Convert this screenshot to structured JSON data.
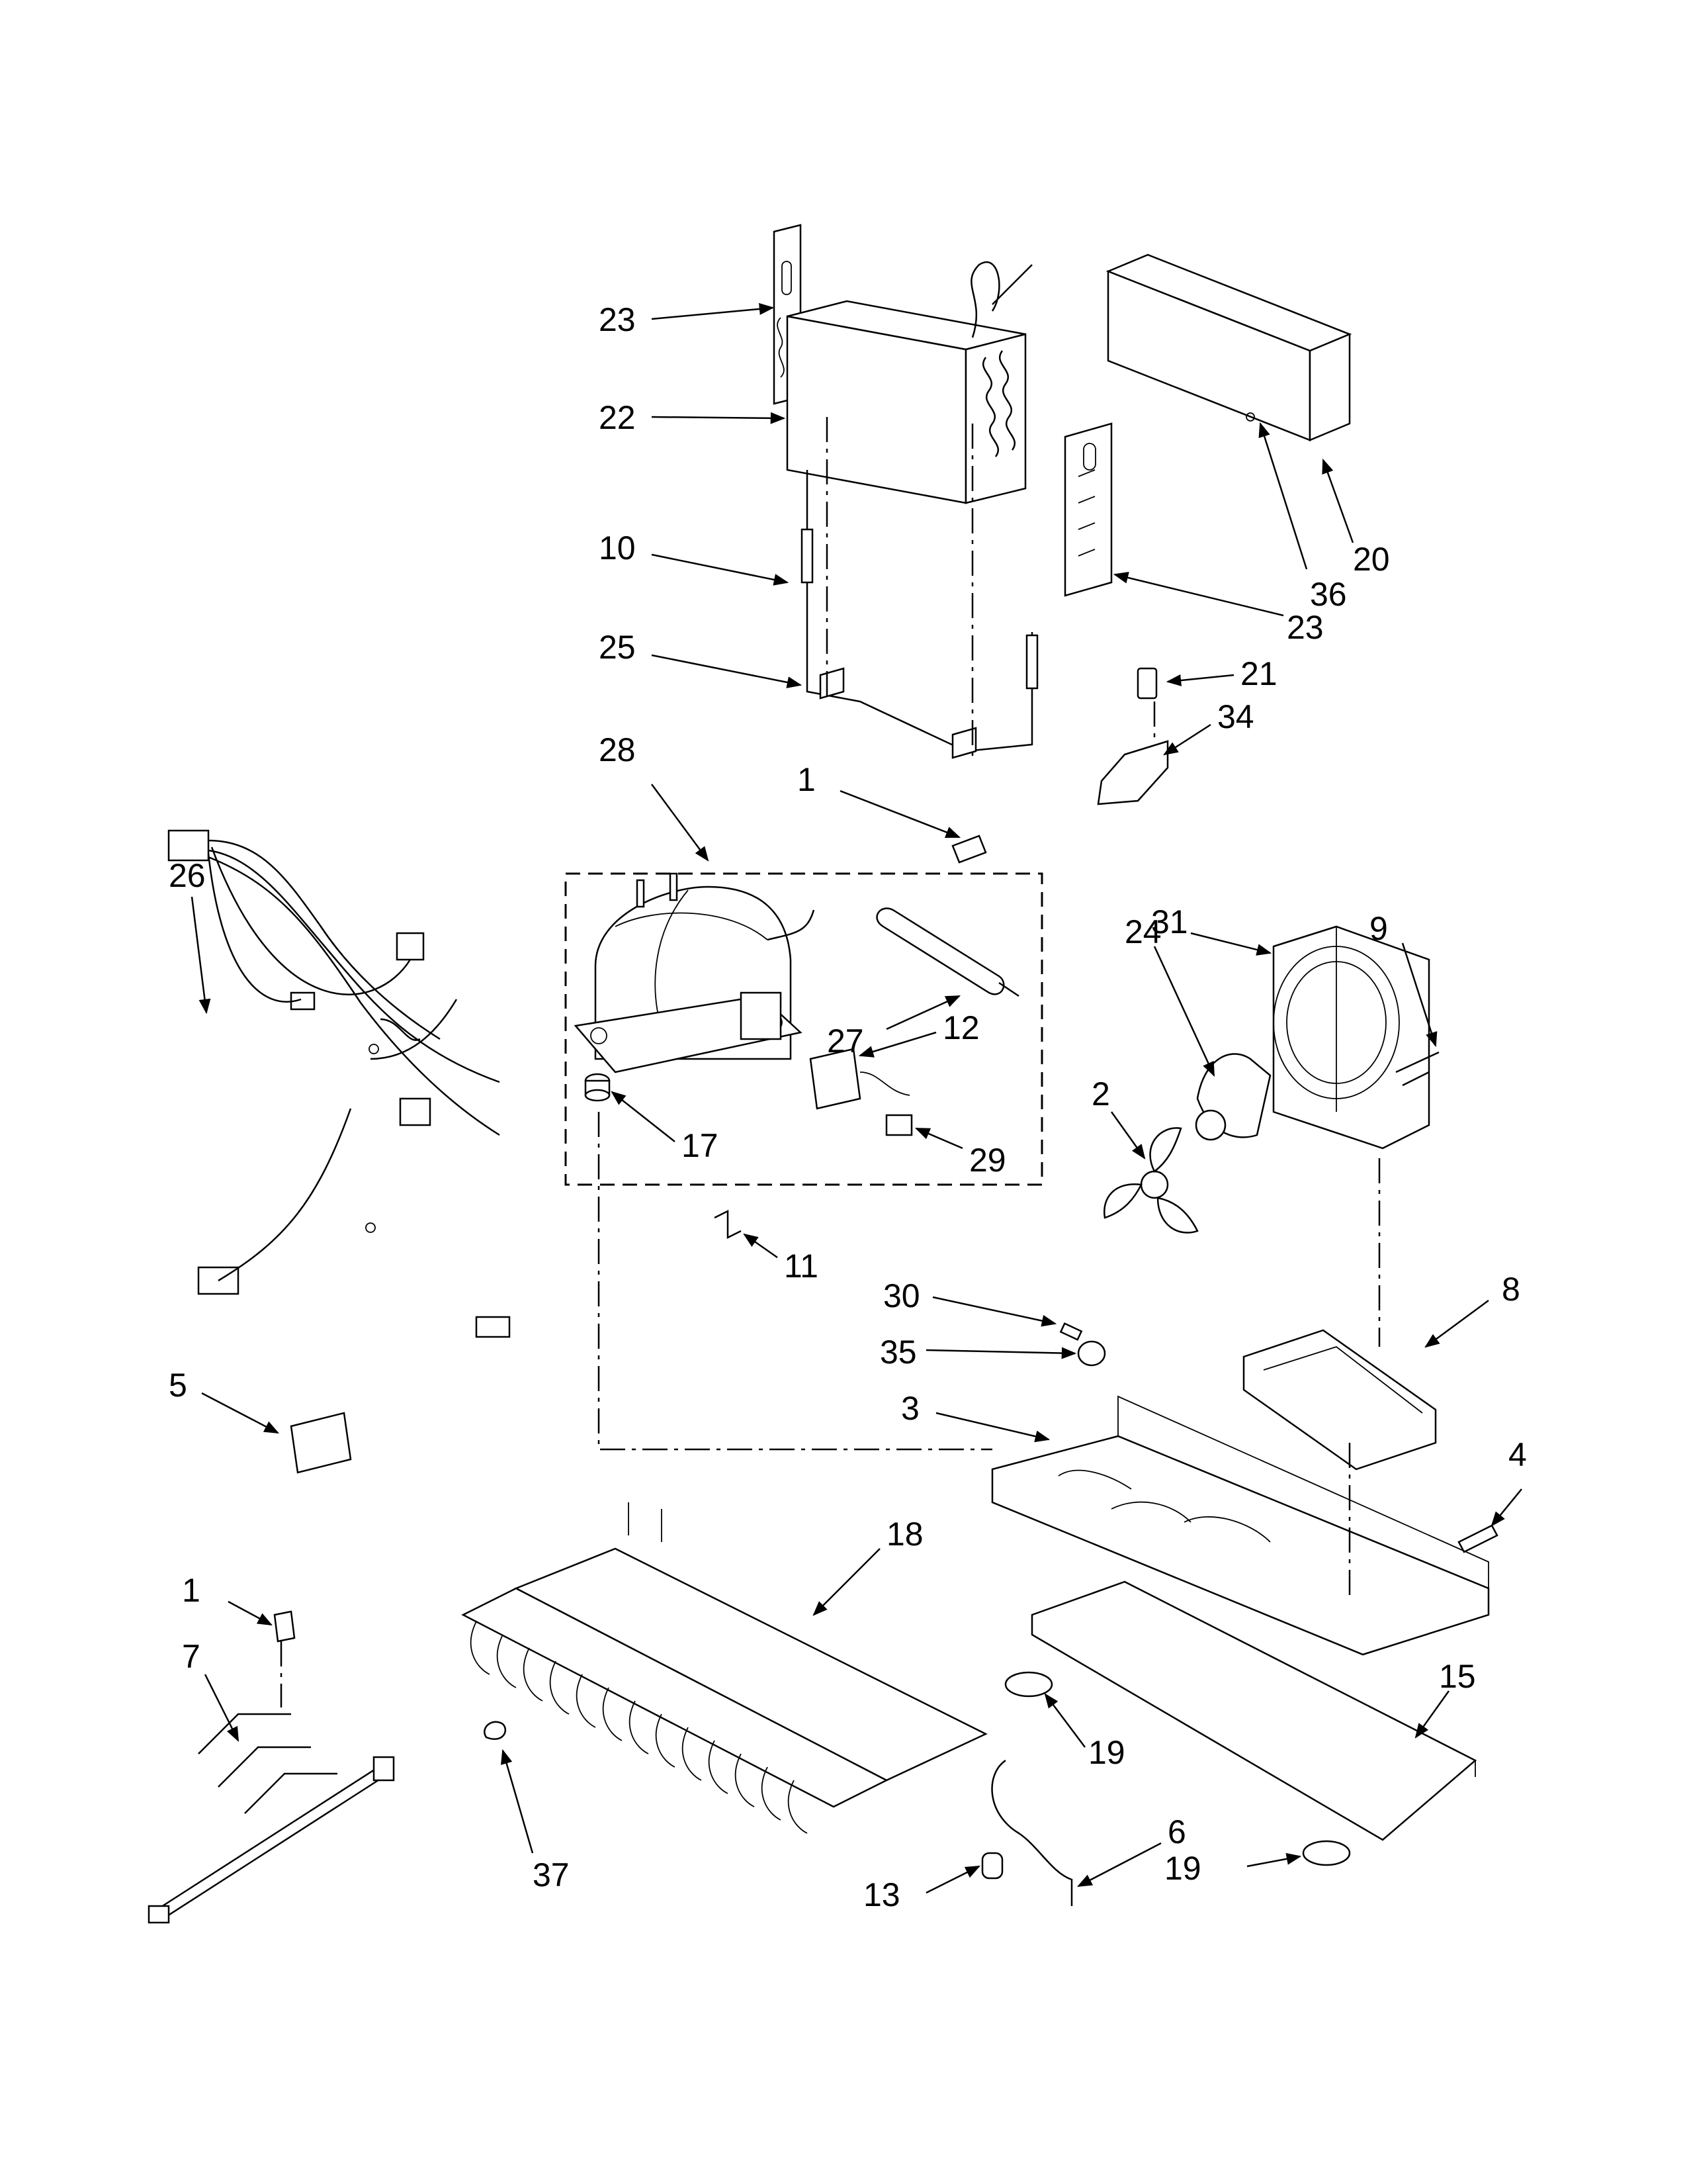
{
  "callouts": [
    {
      "id": "c23a",
      "label": "23"
    },
    {
      "id": "c22",
      "label": "22"
    },
    {
      "id": "c10",
      "label": "10"
    },
    {
      "id": "c25",
      "label": "25"
    },
    {
      "id": "c20",
      "label": "20"
    },
    {
      "id": "c36",
      "label": "36"
    },
    {
      "id": "c23b",
      "label": "23"
    },
    {
      "id": "c21",
      "label": "21"
    },
    {
      "id": "c34",
      "label": "34"
    },
    {
      "id": "c28",
      "label": "28"
    },
    {
      "id": "c1a",
      "label": "1"
    },
    {
      "id": "c27",
      "label": "27"
    },
    {
      "id": "c12",
      "label": "12"
    },
    {
      "id": "c17",
      "label": "17"
    },
    {
      "id": "c29",
      "label": "29"
    },
    {
      "id": "c26",
      "label": "26"
    },
    {
      "id": "c31",
      "label": "31"
    },
    {
      "id": "c9",
      "label": "9"
    },
    {
      "id": "c24",
      "label": "24"
    },
    {
      "id": "c2",
      "label": "2"
    },
    {
      "id": "c11",
      "label": "11"
    },
    {
      "id": "c30",
      "label": "30"
    },
    {
      "id": "c35",
      "label": "35"
    },
    {
      "id": "c8",
      "label": "8"
    },
    {
      "id": "c3",
      "label": "3"
    },
    {
      "id": "c5",
      "label": "5"
    },
    {
      "id": "c4",
      "label": "4"
    },
    {
      "id": "c18",
      "label": "18"
    },
    {
      "id": "c1b",
      "label": "1"
    },
    {
      "id": "c7",
      "label": "7"
    },
    {
      "id": "c15",
      "label": "15"
    },
    {
      "id": "c19a",
      "label": "19"
    },
    {
      "id": "c37",
      "label": "37"
    },
    {
      "id": "c6",
      "label": "6"
    },
    {
      "id": "c13",
      "label": "13"
    },
    {
      "id": "c19b",
      "label": "19"
    }
  ]
}
